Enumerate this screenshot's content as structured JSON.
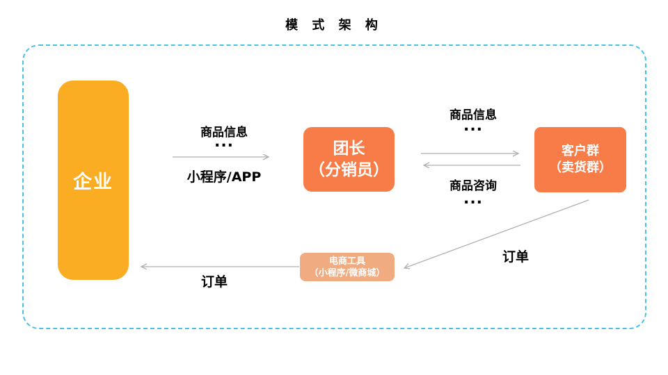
{
  "title": "模 式 架 构",
  "colors": {
    "enterprise_fill": "#FAAD23",
    "node_fill": "#F77C47",
    "tool_fill": "#F1AB81",
    "frame_dash": "#47C1E8",
    "arrow_color": "#AFAFAF",
    "label_color": "#000000",
    "node_text": "#FFFFFF"
  },
  "nodes": {
    "enterprise": {
      "label": "企业"
    },
    "leader": {
      "line1": "团长",
      "line2": "（分销员）"
    },
    "customers": {
      "line1": "客户群",
      "line2": "（卖货群）"
    },
    "tool": {
      "line1": "电商工具",
      "line2": "（小程序/微商城）"
    }
  },
  "edges": {
    "enterprise_to_leader": {
      "top_label": "商品信息",
      "dots": "...",
      "bottom_label": "小程序/APP"
    },
    "leader_to_customers": {
      "label": "商品信息",
      "dots": "..."
    },
    "customers_to_leader": {
      "label": "商品咨询",
      "dots": "..."
    },
    "customers_to_tool": {
      "label": "订单"
    },
    "tool_to_enterprise": {
      "label": "订单"
    }
  }
}
